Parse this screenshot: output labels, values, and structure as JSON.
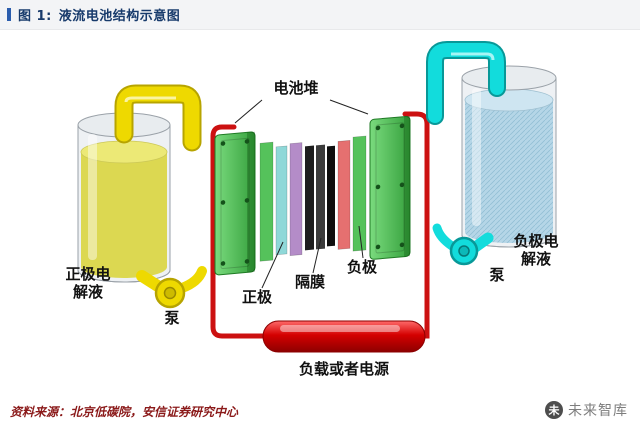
{
  "header": {
    "figure_label": "图 1:",
    "title": "液流电池结构示意图"
  },
  "diagram": {
    "stack_label": "电池堆",
    "positive_electrolyte_line1": "正极电",
    "positive_electrolyte_line2": "解液",
    "negative_electrolyte_line1": "负极电",
    "negative_electrolyte_line2": "解液",
    "pump_left_label": "泵",
    "pump_right_label": "泵",
    "positive_electrode_label": "正极",
    "membrane_label": "隔膜",
    "negative_electrode_label": "负极",
    "load_label": "负载或者电源",
    "colors": {
      "positive_electrolyte_liquid": "#d6d233",
      "negative_electrolyte_liquid": "#a9cfe3",
      "pipe_yellow": "#eed900",
      "pipe_cyan": "#12dcdc",
      "circuit_red": "#cc1111",
      "load_red": "#d40000",
      "plate_green": "#55c25b",
      "electrode_positive_cyan": "#8fd8d8",
      "membrane_dark": "#1e1e1e",
      "electrode_negative_red": "#e57070"
    }
  },
  "footer": {
    "source_label": "资料来源：",
    "source_text": "北京低碳院，安信证券研究中心",
    "watermark_icon": "未",
    "watermark_text": "未来智库"
  }
}
